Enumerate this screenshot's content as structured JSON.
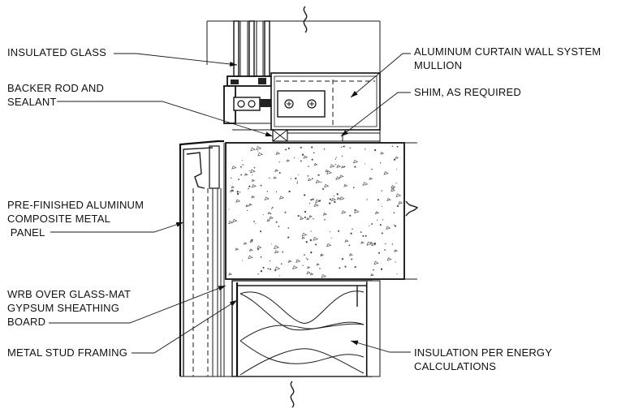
{
  "labels": {
    "insulated_glass": [
      "INSULATED GLASS"
    ],
    "backer_rod": [
      "BACKER ROD AND",
      "SEALANT"
    ],
    "aluminum_panel": [
      "PRE-FINISHED ALUMINUM",
      "COMPOSITE METAL",
      " PANEL"
    ],
    "wrb": [
      "WRB OVER GLASS-MAT",
      "GYPSUM SHEATHING",
      "BOARD"
    ],
    "metal_stud": [
      "METAL STUD FRAMING"
    ],
    "curtain_wall": [
      "ALUMINUM CURTAIN WALL SYSTEM",
      "MULLION"
    ],
    "shim": [
      "SHIM, AS REQUIRED"
    ],
    "insulation": [
      "INSULATION PER ENERGY",
      "CALCULATIONS"
    ]
  }
}
